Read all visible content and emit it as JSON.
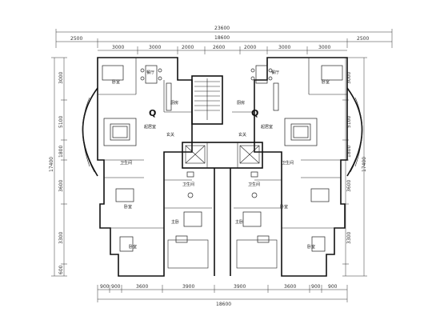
{
  "dimensions": {
    "top_overall": "23600",
    "top_inner": "18600",
    "top_offsets": [
      "2500",
      "2500"
    ],
    "top_segments": [
      "3000",
      "3000",
      "2000",
      "2600",
      "2000",
      "3000",
      "3000"
    ],
    "bottom_overall": "18600",
    "bottom_segments": [
      "900",
      "900",
      "3600",
      "3900",
      "3900",
      "3600",
      "900",
      "900"
    ],
    "left_overall": "17400",
    "left_segments": [
      "3000",
      "5100",
      "1800",
      "3600",
      "3300",
      "600"
    ],
    "right_overall": "17400",
    "right_segments": [
      "3000",
      "5100",
      "1800",
      "3600",
      "3300"
    ]
  },
  "rooms": {
    "bedroom": "卧室",
    "dining": "餐厅",
    "kitchen": "厨房",
    "living": "起居室",
    "entry": "玄关",
    "bathroom": "卫生间",
    "master_bedroom": "主卧",
    "unit_mark": "Q"
  }
}
